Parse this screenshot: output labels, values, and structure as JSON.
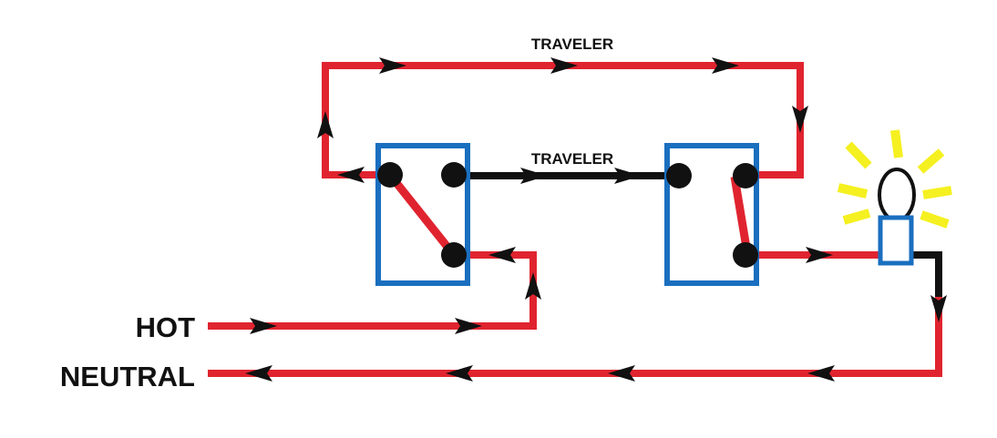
{
  "labels": {
    "traveler_top": "TRAVELER",
    "traveler_middle": "TRAVELER",
    "hot": "HOT",
    "neutral": "NEUTRAL"
  },
  "colors": {
    "hot_wire": "#e0242f",
    "traveler_wire": "#111111",
    "switch_box": "#1a6fbf",
    "bulb_base": "#1a6fbf",
    "bulb_glow": "#f5f020",
    "terminal": "#111111",
    "arrow": "#111111"
  },
  "icons": {
    "bulb": "light-bulb-icon",
    "switch": "three-way-switch-icon"
  }
}
